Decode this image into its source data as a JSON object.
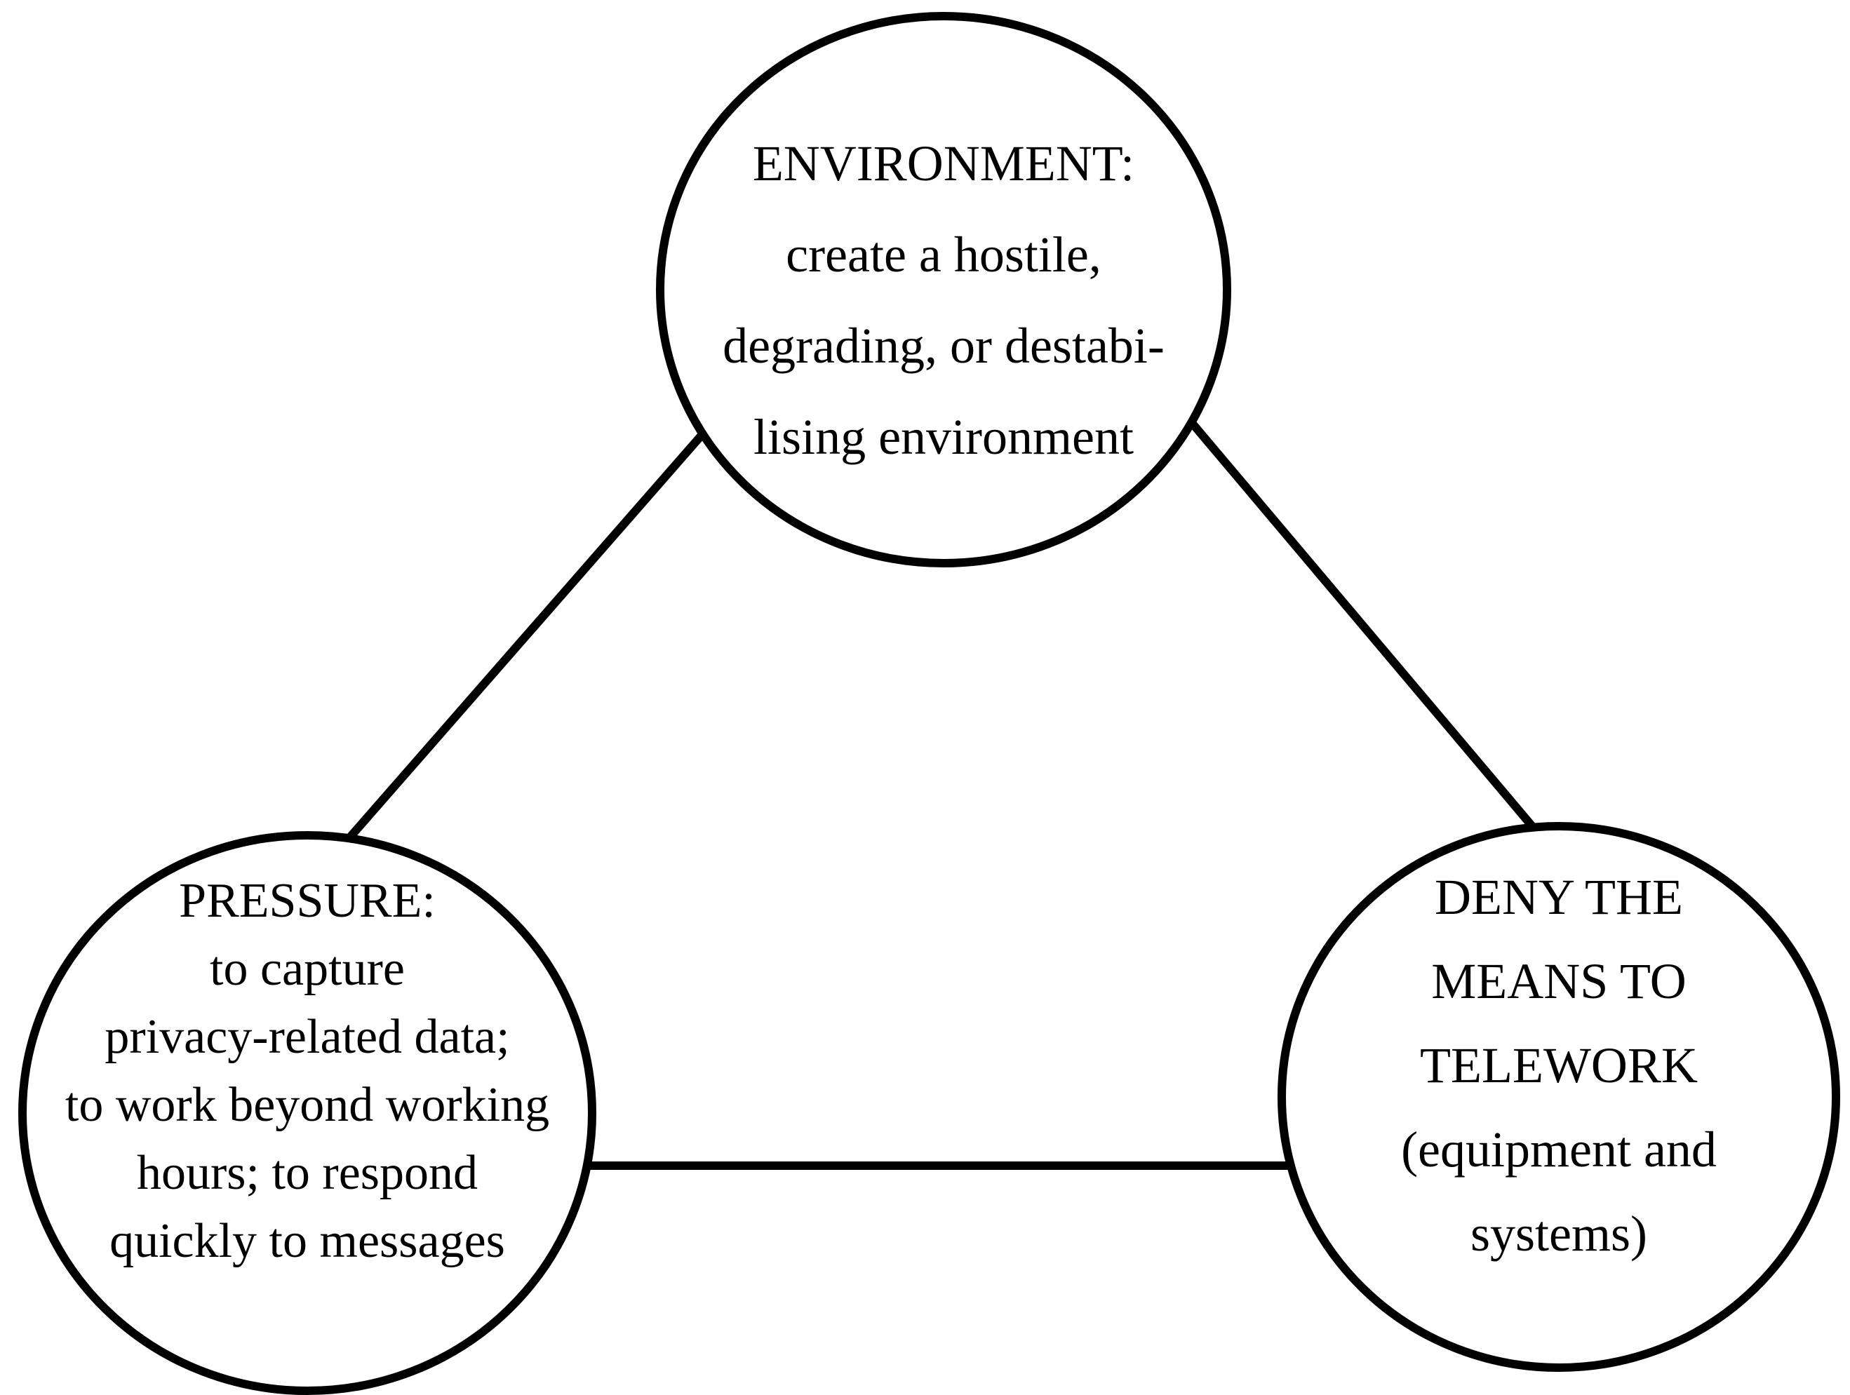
{
  "diagram": {
    "colors": {
      "background": "#ffffff",
      "stroke": "#000000",
      "text": "#000000"
    },
    "nodes": [
      {
        "id": "environment",
        "lines": [
          "ENVIRONMENT:",
          "create a hostile,",
          "degrading, or destabi-",
          "lising environment"
        ]
      },
      {
        "id": "pressure",
        "lines": [
          "PRESSURE:",
          "to capture",
          "privacy-related data;",
          "to work beyond working",
          "hours; to respond",
          "quickly to messages"
        ]
      },
      {
        "id": "deny-means",
        "lines": [
          "DENY THE",
          "MEANS TO",
          "TELEWORK",
          "(equipment and",
          "systems)"
        ]
      }
    ],
    "edges": [
      {
        "from": "environment",
        "to": "pressure"
      },
      {
        "from": "environment",
        "to": "deny-means"
      },
      {
        "from": "pressure",
        "to": "deny-means"
      }
    ]
  }
}
